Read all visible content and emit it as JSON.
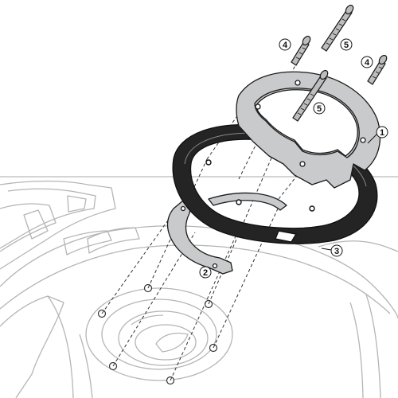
{
  "colors": {
    "line": "#1a1a1a",
    "tank_outline": "#b8b8b8",
    "tank_fill": "#ffffff",
    "bracket_fill": "#c9cacc",
    "ring_fill": "#222222",
    "screw_fill": "#bdbdbd"
  },
  "callouts": {
    "c1": "1",
    "c2": "2",
    "c3": "3",
    "c4a": "4",
    "c4b": "4",
    "c5a": "5",
    "c5b": "5"
  }
}
